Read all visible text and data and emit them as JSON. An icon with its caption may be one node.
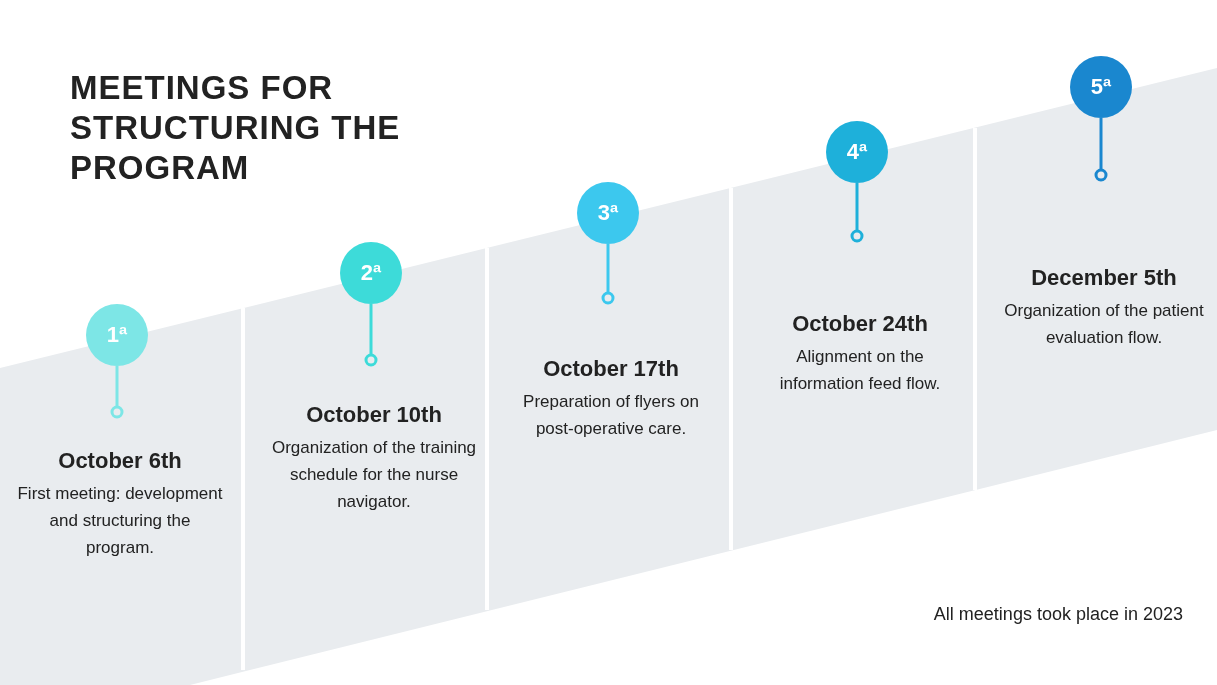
{
  "diagram": {
    "title": "MEETINGS FOR STRUCTURING THE PROGRAM",
    "nodes": [
      {
        "text": [
          "1ª"
        ],
        "beside": [
          "October 6th",
          "First meeting: development and structuring the program."
        ]
      },
      {
        "text": [
          "2ª"
        ],
        "beside": [
          "October 10th",
          "Organization of the training schedule for the nurse navigator."
        ]
      },
      {
        "text": [
          "3ª"
        ],
        "beside": [
          "October 17th",
          "Preparation of flyers on post-operative care."
        ]
      },
      {
        "text": [
          "4ª"
        ],
        "beside": [
          "October 24th",
          "Alignment on the information feed flow."
        ]
      },
      {
        "text": [
          "5ª"
        ],
        "beside": [
          "December 5th",
          "Organization of the patient evaluation flow."
        ]
      }
    ],
    "labels": [
      "All meetings took place in 2023"
    ]
  }
}
